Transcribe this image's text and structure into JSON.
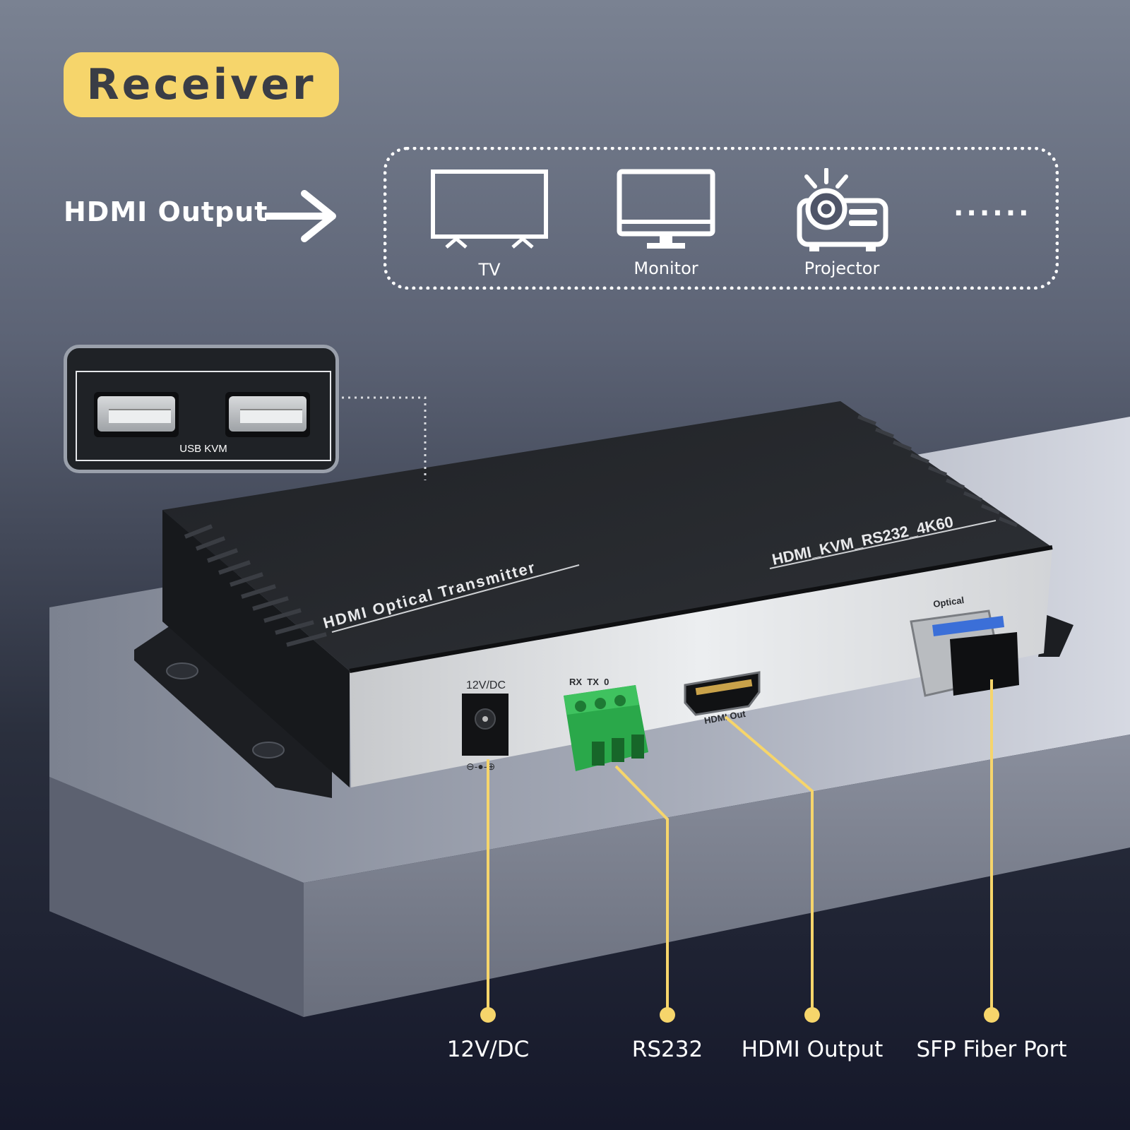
{
  "badge": {
    "text": "Receiver"
  },
  "hdmi_output": {
    "label": "HDMI Output",
    "devices": [
      {
        "label": "TV",
        "icon": "tv-icon"
      },
      {
        "label": "Monitor",
        "icon": "monitor-icon"
      },
      {
        "label": "Projector",
        "icon": "projector-icon"
      }
    ],
    "more": "......"
  },
  "usb_panel": {
    "label": "USB KVM"
  },
  "device": {
    "top_label": "HDMI Optical Transmitter",
    "model": "HDMI_KVM_RS232_4K60",
    "port_labels": {
      "power": "12V/DC",
      "rs232": "RX  TX  0",
      "hdmi": "HDMI Out",
      "optical": "Optical"
    }
  },
  "callouts": {
    "power": "12V/DC",
    "rs232": "RS232",
    "hdmi": "HDMI Output",
    "sfp": "SFP Fiber Port"
  },
  "colors": {
    "accent": "#f6d56b",
    "callout_line": "#f6d56b",
    "text": "#ffffff"
  }
}
